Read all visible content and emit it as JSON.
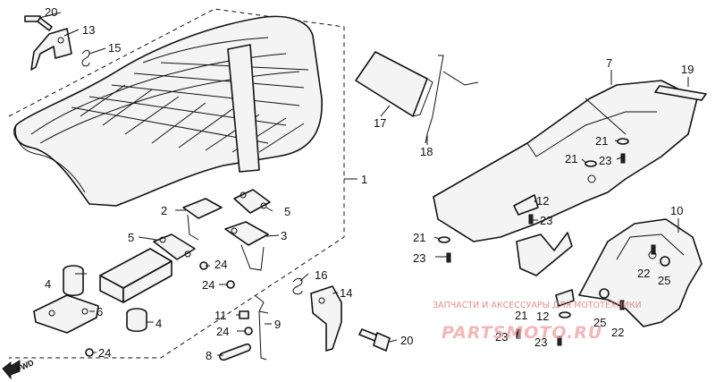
{
  "labels": {
    "p1": "1",
    "p2": "2",
    "p3": "3",
    "p4a": "4",
    "p4b": "4",
    "p5a": "5",
    "p5b": "5",
    "p6": "6",
    "p7": "7",
    "p8": "8",
    "p9": "9",
    "p10": "10",
    "p11": "11",
    "p12a": "12",
    "p12b": "12",
    "p13": "13",
    "p14": "14",
    "p15": "15",
    "p16": "16",
    "p17": "17",
    "p18": "18",
    "p19": "19",
    "p20a": "20",
    "p20b": "20",
    "p21a": "21",
    "p21b": "21",
    "p21c": "21",
    "p21d": "21",
    "p22a": "22",
    "p22b": "22",
    "p23a": "23",
    "p23b": "23",
    "p23c": "23",
    "p23d": "23",
    "p23e": "23",
    "p24a": "24",
    "p24b": "24",
    "p24c": "24",
    "p24d": "24",
    "p25a": "25",
    "p25b": "25"
  },
  "fwd_label": "FWD",
  "watermark": {
    "line1": "ЗАПЧАСТИ И АКСЕССУАРЫ ДЛЯ МОТОТЕХНИКИ",
    "line2": "PARTSMOTO.RU"
  },
  "colors": {
    "line": "#111111",
    "watermark": "#e07a7a"
  }
}
